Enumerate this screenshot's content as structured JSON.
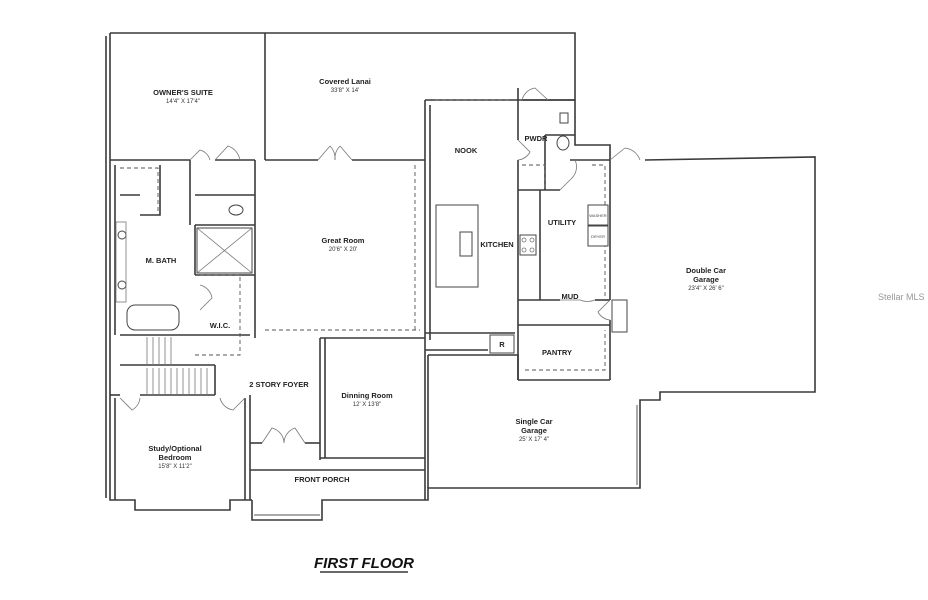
{
  "plan_title": "FIRST FLOOR",
  "watermark": "Stellar MLS",
  "rooms": {
    "owners_suite": {
      "name": "OWNER'S SUITE",
      "dim": "14'4\" X 17'4\""
    },
    "covered_lanai": {
      "name": "Covered Lanai",
      "dim": "33'8\" X 14'"
    },
    "nook": {
      "name": "NOOK"
    },
    "pwdr": {
      "name": "PWDR"
    },
    "kitchen": {
      "name": "KITCHEN"
    },
    "utility": {
      "name": "UTILITY"
    },
    "washer": {
      "name": "WASHER"
    },
    "dryer": {
      "name": "DRYER"
    },
    "mud": {
      "name": "MUD"
    },
    "pantry": {
      "name": "PANTRY"
    },
    "fridge": {
      "name": "R"
    },
    "m_bath": {
      "name": "M. BATH"
    },
    "wic": {
      "name": "W.I.C."
    },
    "great_room": {
      "name": "Great Room",
      "dim": "20'6\" X 20'"
    },
    "double_garage": {
      "name_line1": "Double Car",
      "name_line2": "Garage",
      "dim": "23'4\" X 26' 6\""
    },
    "foyer": {
      "name": "2 STORY FOYER"
    },
    "dining_room": {
      "name": "Dinning Room",
      "dim": "12' X 13'8\""
    },
    "single_garage": {
      "name_line1": "Single  Car",
      "name_line2": "Garage",
      "dim": "25' X 17' 4\""
    },
    "study": {
      "name_line1": "Study/Optional",
      "name_line2": "Bedroom",
      "dim": "15'8\" X 11'2\""
    },
    "front_porch": {
      "name": "FRONT PORCH"
    }
  }
}
